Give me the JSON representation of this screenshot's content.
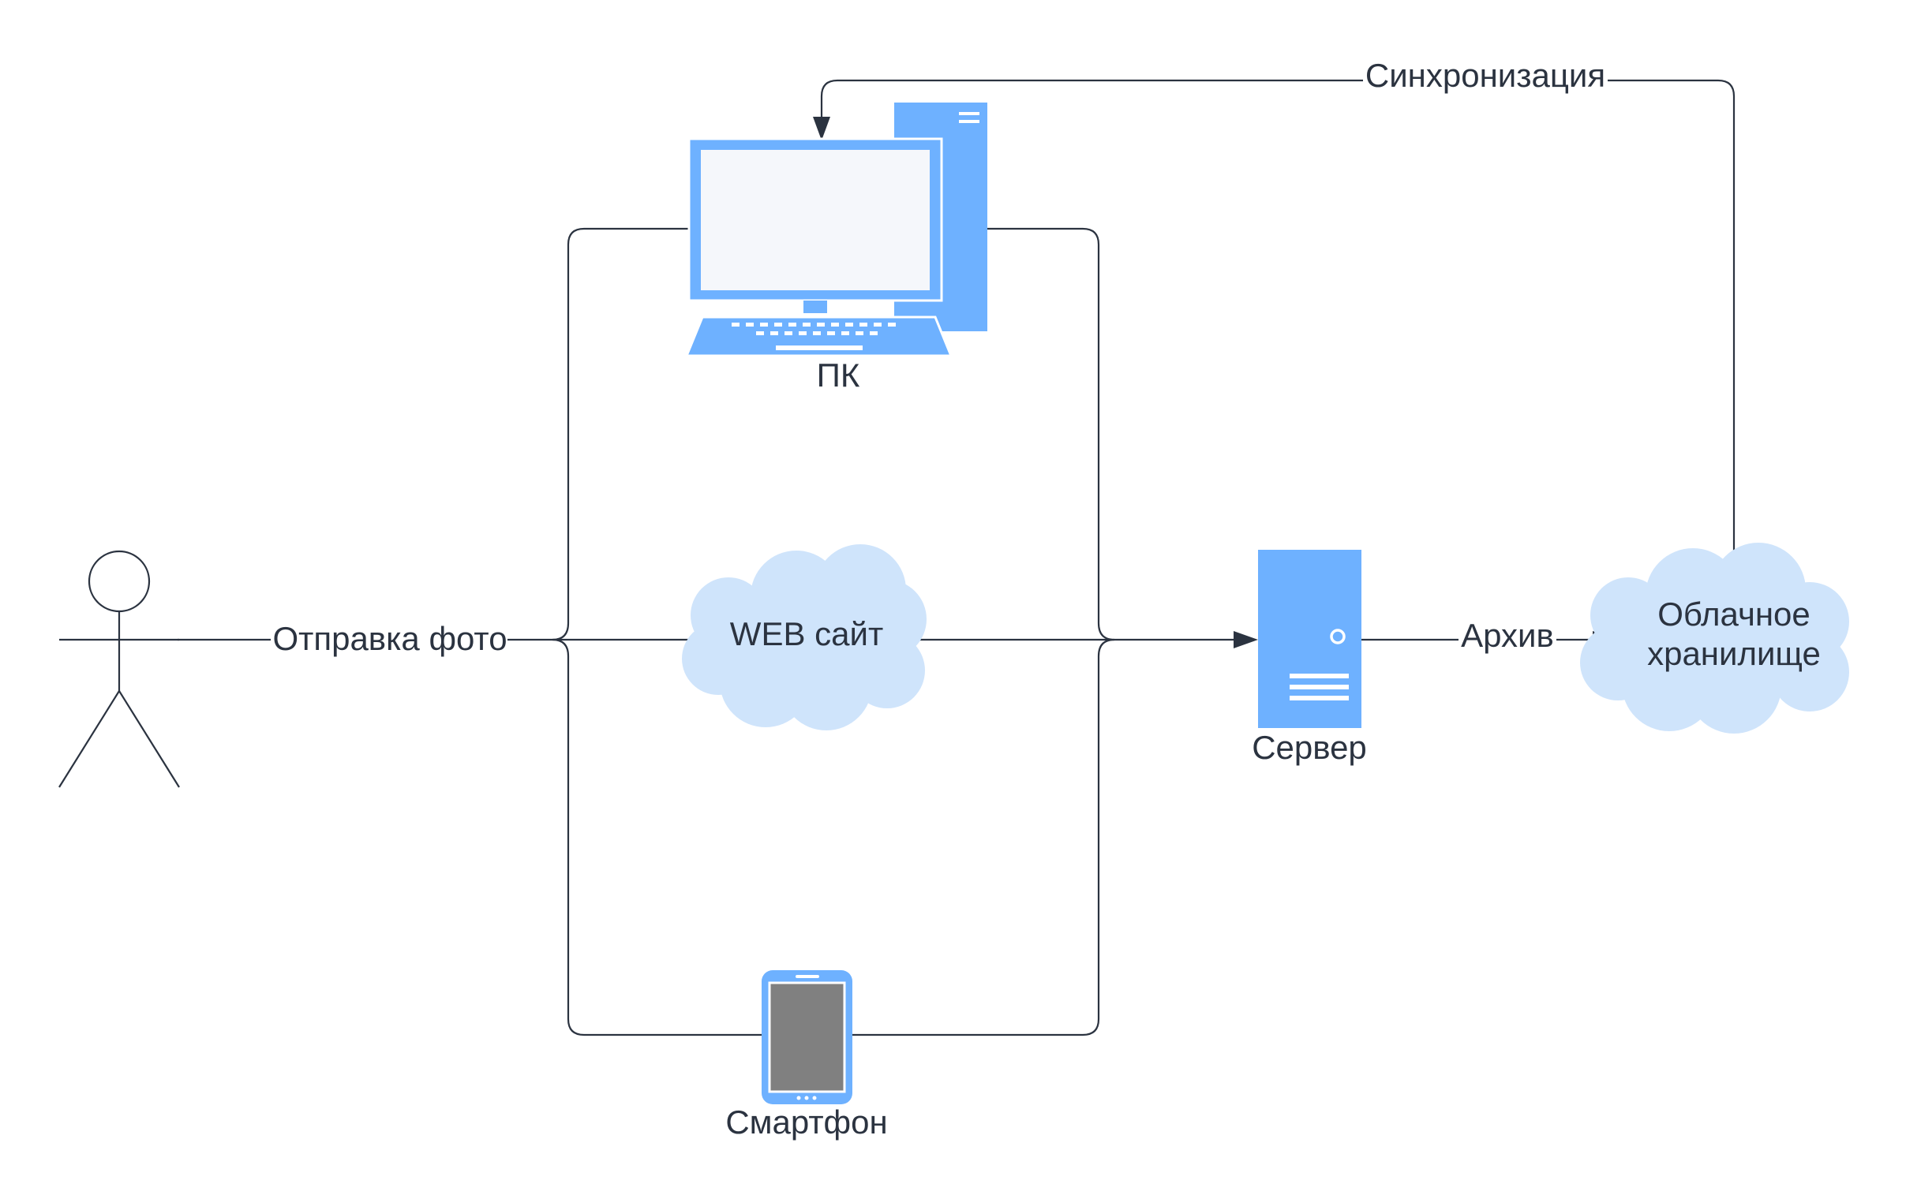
{
  "nodes": {
    "actor": {
      "label": ""
    },
    "pc": {
      "label": "ПК"
    },
    "website": {
      "label": "WEB сайт"
    },
    "smartphone": {
      "label": "Смартфон"
    },
    "server": {
      "label": "Сервер"
    },
    "cloud": {
      "label_line1": "Облачное",
      "label_line2": "хранилище"
    }
  },
  "edges": {
    "send_photo": "Отправка фото",
    "archive": "Архив",
    "sync": "Синхронизация"
  },
  "colors": {
    "device_blue": "#6eb1ff",
    "cloud_fill": "#cfe4fb",
    "screen_fill": "#f5f7fb",
    "phone_screen": "#808080",
    "line": "#2b3340"
  }
}
